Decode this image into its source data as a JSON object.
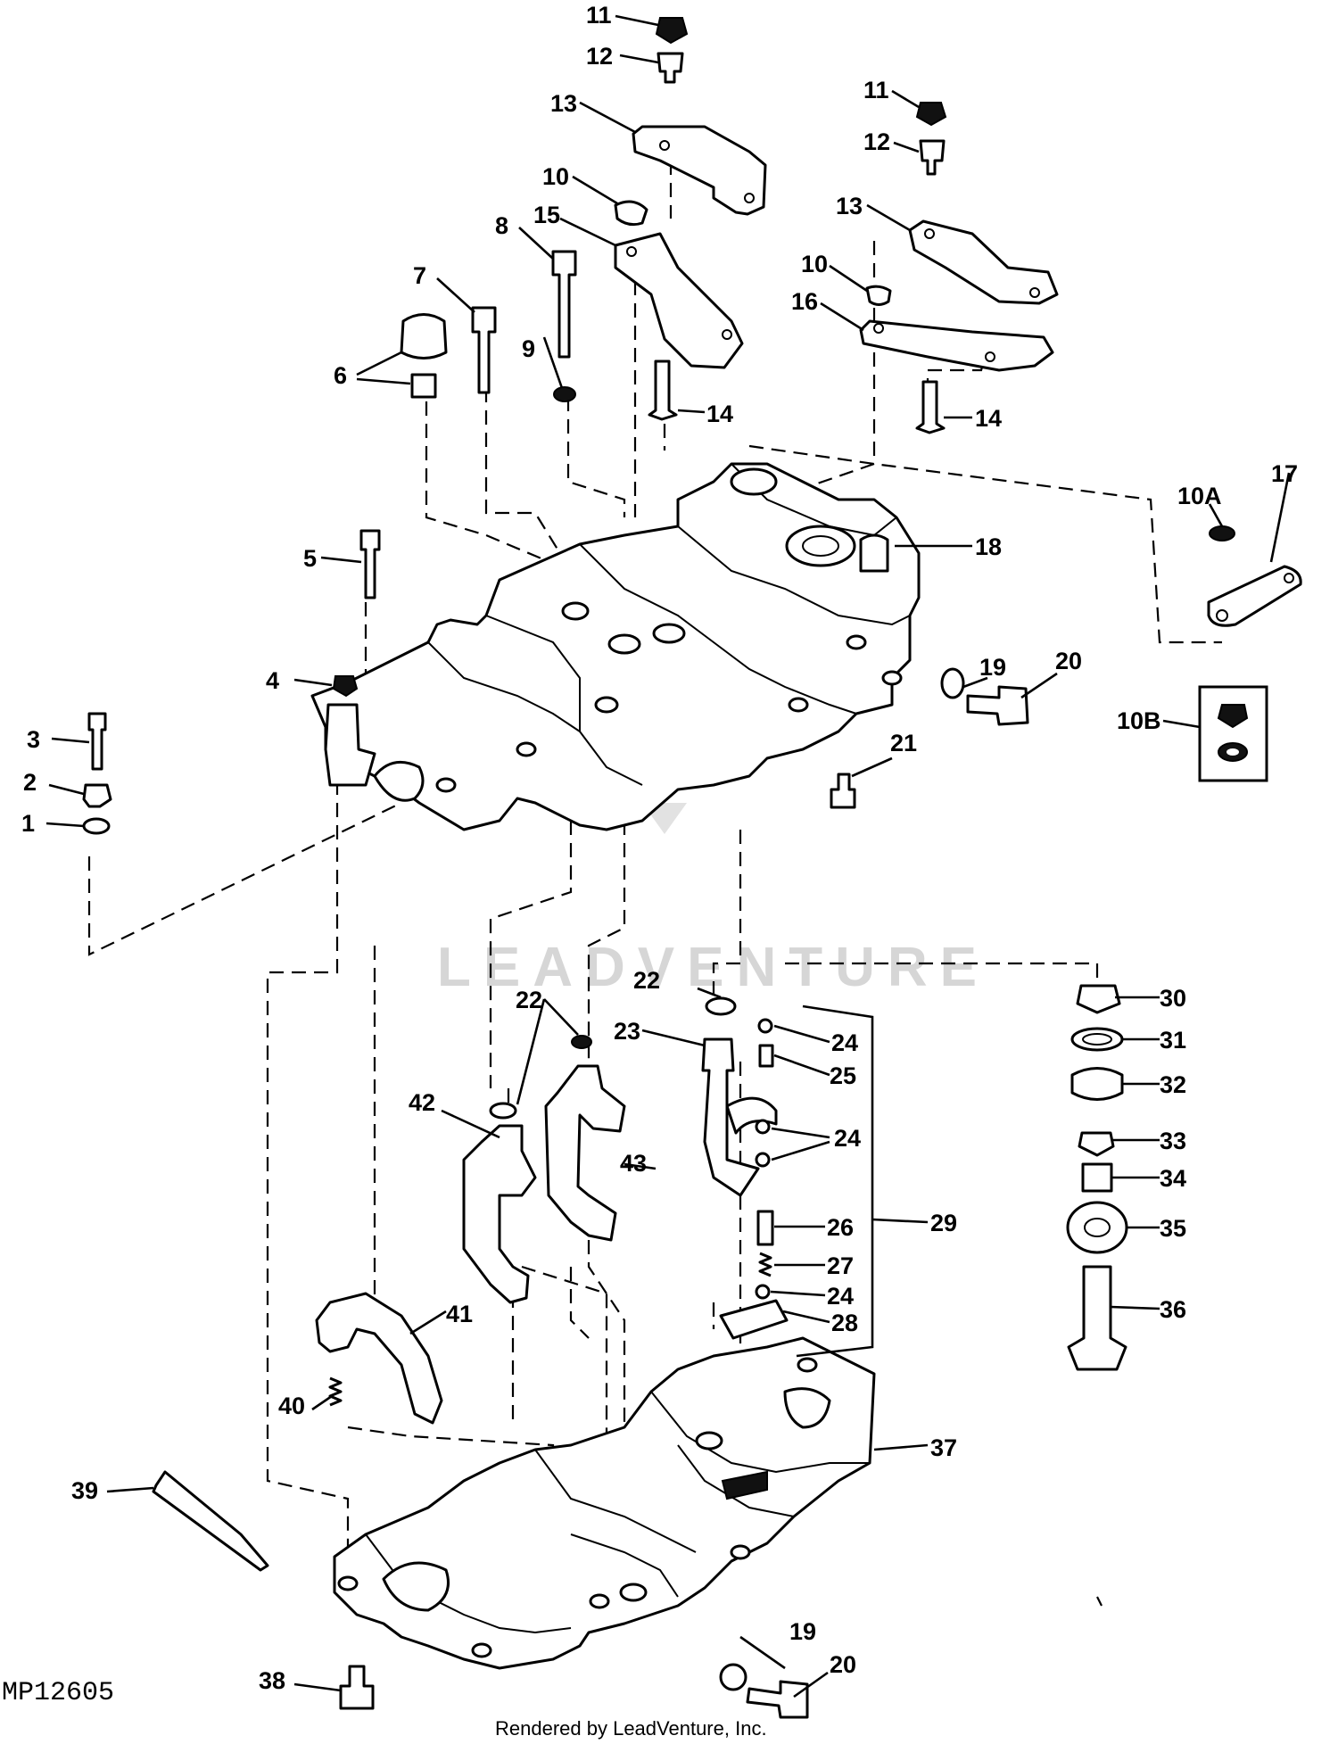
{
  "drawing_code": "MP12605",
  "watermark_text": "LEADVENTURE",
  "credit": "Rendered by LeadVenture, Inc.",
  "callouts": {
    "n1": "1",
    "n2": "2",
    "n3": "3",
    "n4": "4",
    "n5": "5",
    "n6": "6",
    "n7": "7",
    "n8": "8",
    "n9": "9",
    "n10_top": "10",
    "n10_right": "10",
    "n10A": "10A",
    "n10B": "10B",
    "n11_left": "11",
    "n11_right": "11",
    "n12_left": "12",
    "n12_right": "12",
    "n13_left": "13",
    "n13_right": "13",
    "n14_left": "14",
    "n14_right": "14",
    "n15": "15",
    "n16": "16",
    "n17": "17",
    "n18": "18",
    "n19_top": "19",
    "n19_bottom": "19",
    "n20_top": "20",
    "n20_bottom": "20",
    "n21": "21",
    "n22_left": "22",
    "n22_right": "22",
    "n23": "23",
    "n24_a": "24",
    "n24_b": "24",
    "n24_c": "24",
    "n25": "25",
    "n26": "26",
    "n27": "27",
    "n28": "28",
    "n29": "29",
    "n30": "30",
    "n31": "31",
    "n32": "32",
    "n33": "33",
    "n34": "34",
    "n35": "35",
    "n36": "36",
    "n37": "37",
    "n38": "38",
    "n39": "39",
    "n40": "40",
    "n41": "41",
    "n42": "42",
    "n43": "43"
  }
}
